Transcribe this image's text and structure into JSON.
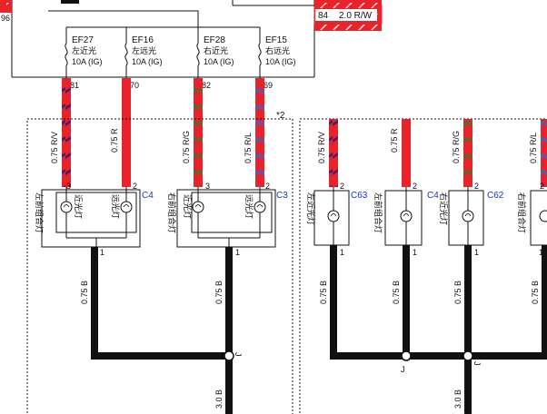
{
  "fuse_box": {
    "left_pin": "96",
    "top_right_wire": {
      "pin": "84",
      "label": "2.0 R/W"
    },
    "fuses": [
      {
        "id": "EF27",
        "name": "左近光",
        "rating": "10A (IG)",
        "pin": "81"
      },
      {
        "id": "EF16",
        "name": "左远光",
        "rating": "10A (IG)",
        "pin": "70"
      },
      {
        "id": "EF28",
        "name": "右近光",
        "rating": "10A (IG)",
        "pin": "82"
      },
      {
        "id": "EF15",
        "name": "右远光",
        "rating": "10A (IG)",
        "pin": "69"
      }
    ]
  },
  "variant_mark": "*2",
  "wires": {
    "w1": "0.75 R/V",
    "w2": "0.75 R",
    "w3": "0.75 R/G",
    "w4": "0.75 R/L",
    "w5": "0.75 R/V",
    "w6": "0.75 R",
    "w7": "0.75 R/G",
    "w8": "0.75 R/L"
  },
  "ground_wires": {
    "g1": "0.75 B",
    "g2": "0.75 B",
    "g3": "0.75 B",
    "g4": "0.75 B",
    "g5": "0.75 B",
    "g6": "0.75 B",
    "main1": "3.0 B",
    "main2": "3.0 B"
  },
  "left_group": {
    "lamp1": {
      "assembly": "左前组合灯",
      "connector": "C4",
      "pin_low": "3",
      "pin_high": "2",
      "label_low": "近光灯",
      "label_high": "远光灯",
      "ground_pin": "1"
    },
    "lamp2": {
      "assembly": "右前组合灯",
      "connector": "C3",
      "pin_low": "3",
      "pin_high": "2",
      "label_low": "近光灯",
      "label_high": "远光灯",
      "ground_pin": "1"
    },
    "splice": "J"
  },
  "right_group": {
    "lamp1": {
      "name": "左近光灯",
      "connector": "C63",
      "pin": "2",
      "ground_pin": "1"
    },
    "lamp2": {
      "name": "左前组合灯",
      "connector": "C4",
      "pin": "2",
      "ground_pin": "1"
    },
    "lamp3": {
      "name": "右近光灯",
      "connector": "C62",
      "pin": "2",
      "ground_pin": "1"
    },
    "lamp4": {
      "name": "右前组合灯",
      "pin": "2",
      "ground_pin": "1"
    },
    "splice_left": "J",
    "splice_right": "J"
  },
  "colors": {
    "red": "#e8232a",
    "tracer_blue": "#2f68d8",
    "tracer_green": "#2e7d32",
    "tracer_violet": "#3c1f6e",
    "black": "#111111",
    "connector_blue": "#1a35c8"
  }
}
